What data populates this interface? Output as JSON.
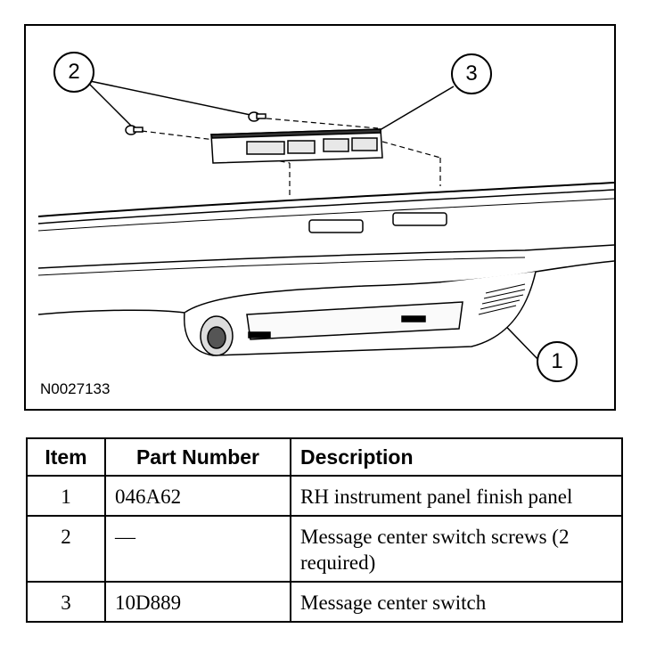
{
  "figure": {
    "id": "N0027133",
    "callouts": [
      "1",
      "2",
      "3"
    ]
  },
  "table": {
    "headers": [
      "Item",
      "Part Number",
      "Description"
    ],
    "rows": [
      {
        "item": "1",
        "part_number": "046A62",
        "description": "RH instrument panel finish panel"
      },
      {
        "item": "2",
        "part_number": "—",
        "description": "Message center switch screws (2 required)"
      },
      {
        "item": "3",
        "part_number": "10D889",
        "description": "Message center switch"
      }
    ]
  }
}
